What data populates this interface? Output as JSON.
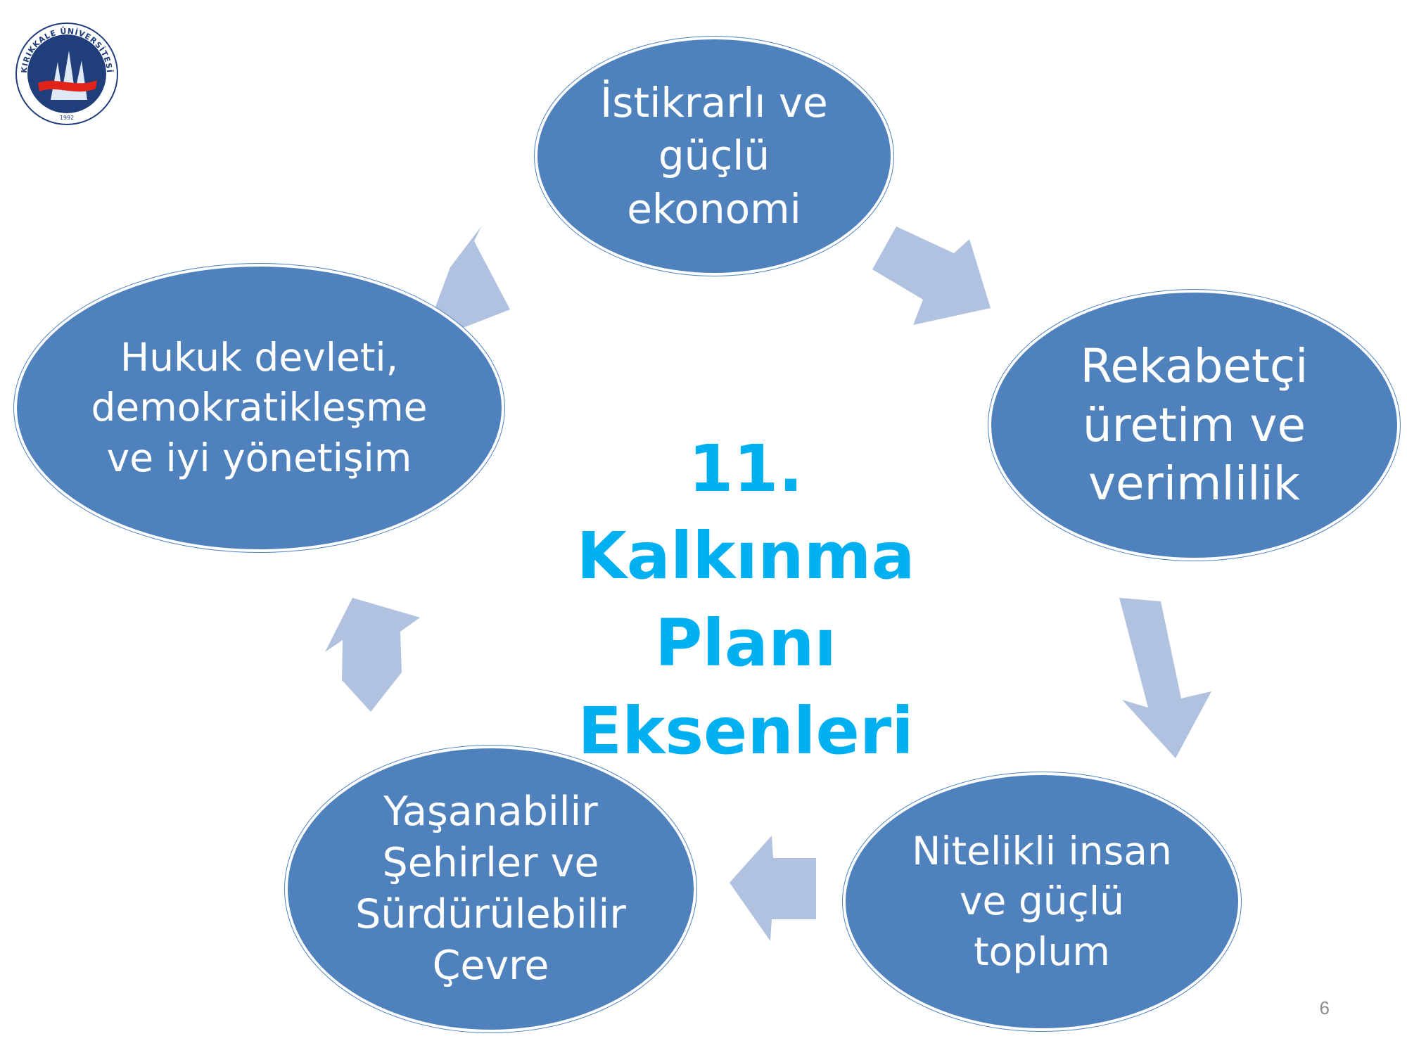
{
  "slide": {
    "center_title": "11. Kalkınma\nPlanı\nEksenleri",
    "page_number": "6"
  },
  "logo": {
    "university_name": "KIRIKKALE ÜNİVERSİTESİ",
    "year": "1992"
  },
  "nodes": [
    {
      "label": "İstikrarlı ve\ngüçlü\nekonomi"
    },
    {
      "label": "Rekabetçi\nüretim ve\nverimlilik"
    },
    {
      "label": "Nitelikli insan\nve güçlü\ntoplum"
    },
    {
      "label": "Yaşanabilir\nŞehirler ve\nSürdürülebilir\nÇevre"
    },
    {
      "label": "Hukuk devleti,\ndemokratikleşme\nve iyi yönetişim"
    }
  ],
  "colors": {
    "node_fill": "#4f81bd",
    "arrow_fill": "#b0c2df",
    "title_color": "#00b0f0",
    "logo_navy": "#1f3e7a",
    "logo_red": "#e2231a"
  }
}
